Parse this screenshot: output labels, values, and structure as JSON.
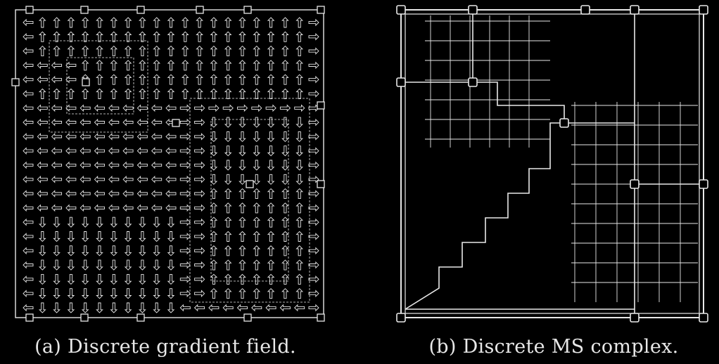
{
  "figure": {
    "background": "#000000",
    "stroke_color": "#e8e8e8",
    "panels": [
      {
        "id": "a",
        "caption": "(a)  Discrete gradient field."
      },
      {
        "id": "b",
        "caption": "(b)  Discrete MS complex."
      }
    ]
  }
}
